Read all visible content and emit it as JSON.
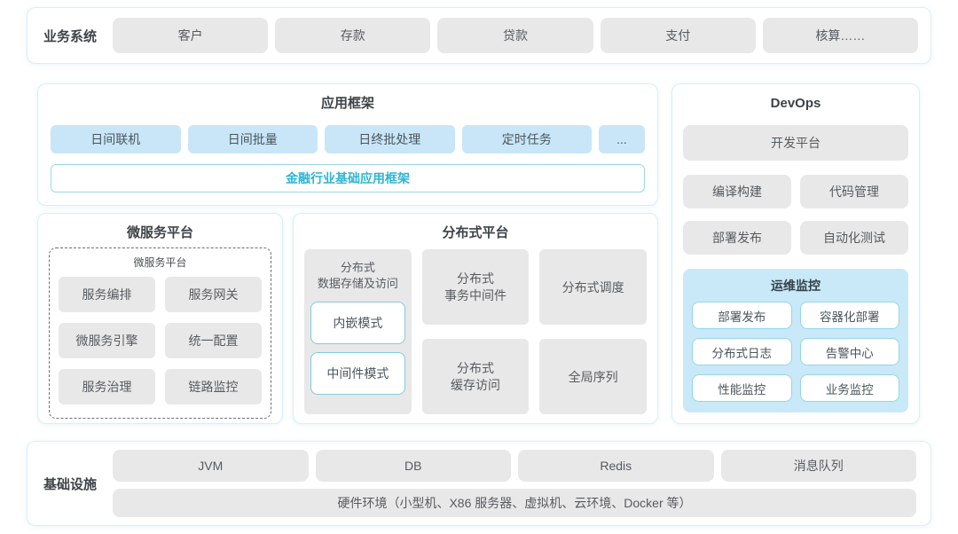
{
  "colors": {
    "panel_border": "#d7eff6",
    "gray_chip": "#e9e8e8",
    "blue_chip": "#c9e6f8",
    "teal_text": "#2db5d4",
    "monitor_bg": "#c9e9f8",
    "monitor_chip_border": "#93d6e9"
  },
  "business": {
    "label": "业务系统",
    "items": [
      "客户",
      "存款",
      "贷款",
      "支付",
      "核算……"
    ]
  },
  "app_framework": {
    "title": "应用框架",
    "items": [
      "日间联机",
      "日间批量",
      "日终批处理",
      "定时任务",
      "..."
    ],
    "base": "金融行业基础应用框架"
  },
  "devops": {
    "title": "DevOps",
    "platform": "开发平台",
    "items": [
      "编译构建",
      "代码管理",
      "部署发布",
      "自动化测试"
    ],
    "monitor": {
      "title": "运维监控",
      "items": [
        "部署发布",
        "容器化部署",
        "分布式日志",
        "告警中心",
        "性能监控",
        "业务监控"
      ]
    }
  },
  "microservice": {
    "title": "微服务平台",
    "inner_title": "微服务平台",
    "items": [
      "服务编排",
      "服务网关",
      "微服务引擎",
      "统一配置",
      "服务治理",
      "链路监控"
    ]
  },
  "distributed": {
    "title": "分布式平台",
    "storage": {
      "title": "分布式\n数据存储及访问",
      "modes": [
        "内嵌模式",
        "中间件模式"
      ]
    },
    "cells": [
      "分布式\n事务中间件",
      "分布式调度",
      "分布式\n缓存访问",
      "全局序列"
    ]
  },
  "infrastructure": {
    "label": "基础设施",
    "items": [
      "JVM",
      "DB",
      "Redis",
      "消息队列"
    ],
    "hardware": "硬件环境（小型机、X86 服务器、虚拟机、云环境、Docker 等）"
  }
}
